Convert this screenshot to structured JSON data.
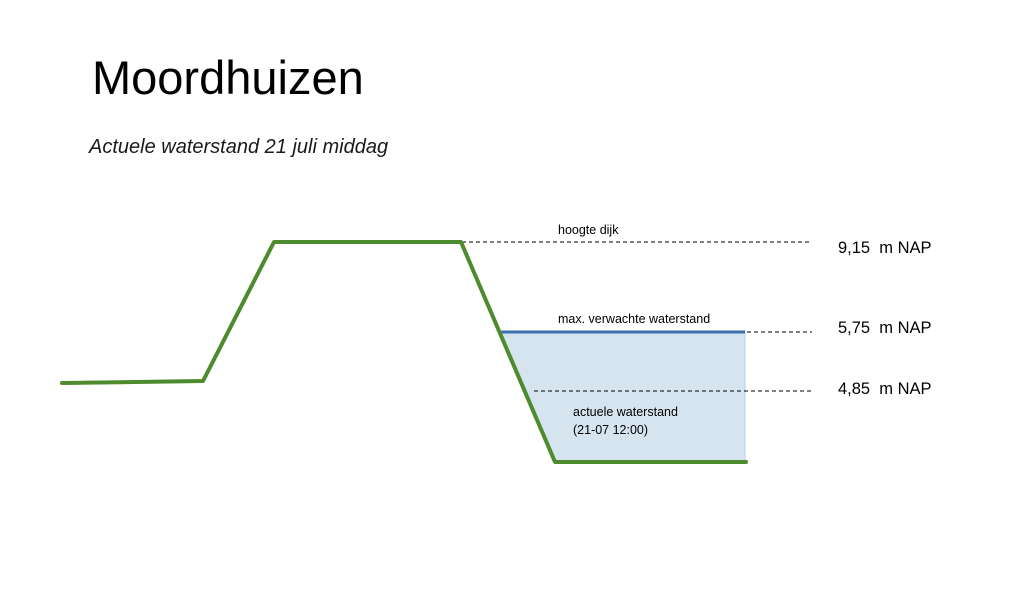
{
  "title": "Moordhuizen",
  "subtitle": "Actuele waterstand 21 juli middag",
  "labels": {
    "dike_height": "hoogte dijk",
    "max_expected": "max. verwachte waterstand",
    "current_line1": "actuele waterstand",
    "current_line2": "(21-07 12:00)"
  },
  "levels": {
    "dike": "9,15  m NAP",
    "max_expected": "5,75  m NAP",
    "current": "4,85  m NAP"
  },
  "colors": {
    "dike": "#4e8a2e",
    "max_water_line": "#3b6fb0",
    "water_fill": "#d6e4f0"
  }
}
